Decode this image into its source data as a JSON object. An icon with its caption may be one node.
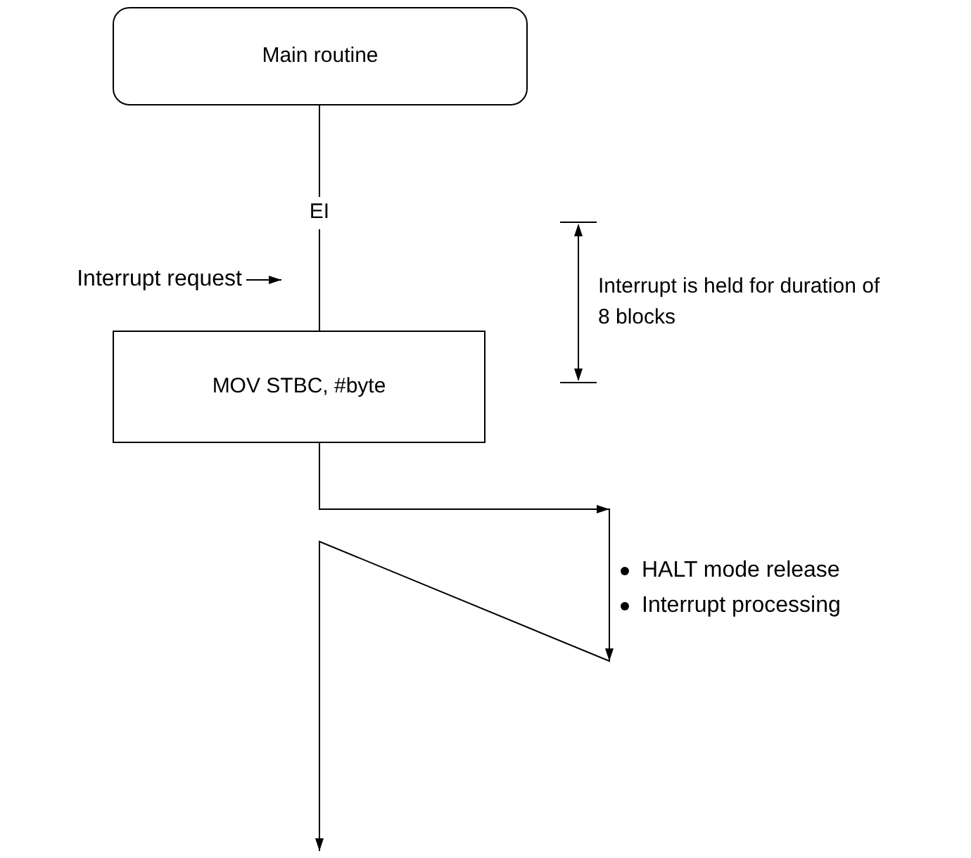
{
  "diagram": {
    "nodes": [
      {
        "text": [
          "Main routine"
        ]
      },
      {
        "text": [
          "Interrupt request"
        ]
      },
      {
        "text": [
          "MOV STBC, #byte"
        ]
      }
    ],
    "edges": [
      {
        "from": 0,
        "to": 2,
        "arrow": "none",
        "label": "EI"
      },
      {
        "from": 1,
        "to": null,
        "arrow": "to"
      },
      {
        "from": 2,
        "to": null,
        "arrow": "to"
      }
    ],
    "labels": [
      "Interrupt is held for duration of 8 blocks",
      "HALT mode release",
      "Interrupt processing"
    ]
  }
}
